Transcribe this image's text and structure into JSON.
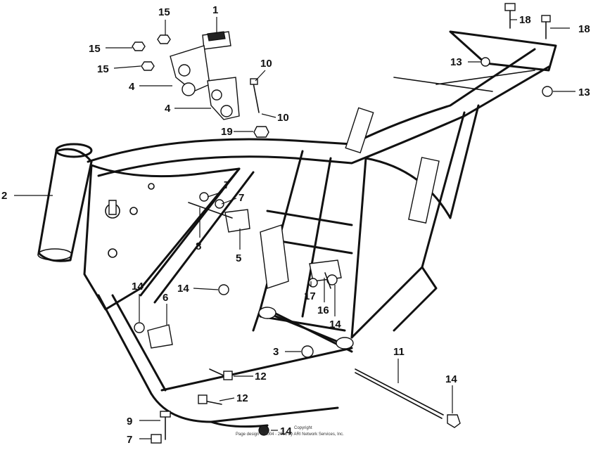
{
  "callouts": [
    "1",
    "2",
    "3",
    "4",
    "4",
    "5",
    "6",
    "7",
    "7",
    "7",
    "8",
    "9",
    "10",
    "10",
    "11",
    "12",
    "12",
    "13",
    "13",
    "14",
    "14",
    "14",
    "14",
    "14",
    "15",
    "15",
    "15",
    "16",
    "17",
    "18",
    "18",
    "19"
  ],
  "copyright": {
    "line1": "Copyright",
    "line2": "Page design © 2004 - 2016 by ARI Network Services, Inc."
  }
}
